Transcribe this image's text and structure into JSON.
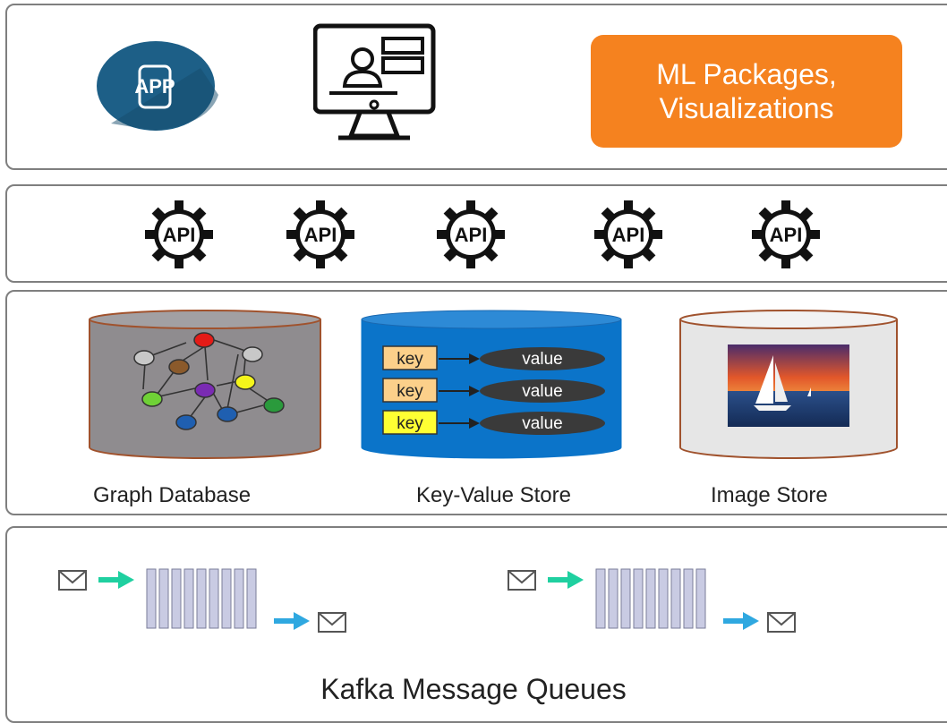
{
  "top_layer": {
    "app_icon_label": "APP",
    "ml_label_line1": "ML Packages,",
    "ml_label_line2": "Visualizations"
  },
  "api_layer": {
    "api_label": "API",
    "count": 5
  },
  "stores": {
    "graph_caption": "Graph Database",
    "kv_caption": "Key-Value Store",
    "image_caption": "Image Store",
    "kv_pairs": [
      {
        "key": "key",
        "value": "value"
      },
      {
        "key": "key",
        "value": "value"
      },
      {
        "key": "key",
        "value": "value"
      }
    ]
  },
  "kafka": {
    "title": "Kafka Message Queues"
  },
  "colors": {
    "ml_box": "#f5821f",
    "kv_cylinder": "#0b74c9",
    "graph_cylinder": "#8f8c8f",
    "cylinder_outline": "#a0522d",
    "arrow_in": "#1fd0a0",
    "arrow_out": "#2fa8e0",
    "queue_slot": "#c9cbe3"
  }
}
